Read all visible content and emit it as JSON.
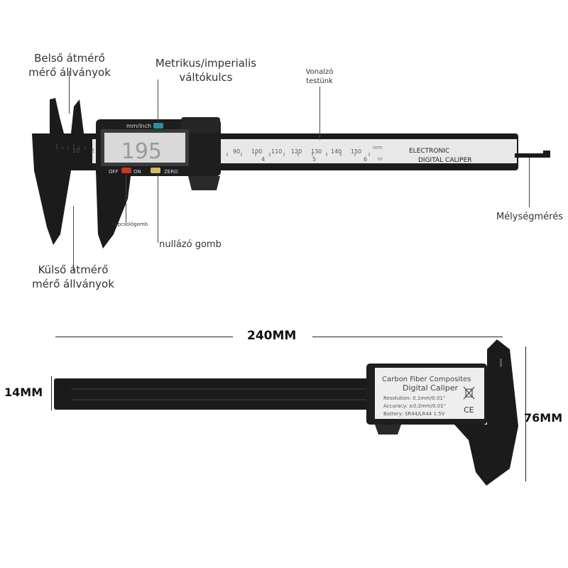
{
  "callouts": {
    "inner_jaws_line1": "Belső átmérő",
    "inner_jaws_line2": "mérő állványok",
    "unit_switch_line1": "Metrikus/imperialis",
    "unit_switch_line2": "váltókulcs",
    "ruler_body_line1": "Vonalzó",
    "ruler_body_line2": "testünk",
    "depth": "Mélységmérés",
    "power_button": "Kapcsológomb",
    "zero_button": "nullázó gomb",
    "outer_jaws_line1": "Külső átmérő",
    "outer_jaws_line2": "mérő állványok"
  },
  "caliper": {
    "unit_label": "mm/inch",
    "display_value": "195",
    "off_label": "OFF",
    "on_label": "ON",
    "zero_label": "ZERO",
    "brand_line1": "ELECTRONIC",
    "brand_line2": "DIGITAL CALIPER",
    "scale_mm": [
      "90",
      "100",
      "110",
      "120",
      "130",
      "140",
      "150"
    ],
    "scale_in": [
      "4",
      "5",
      "6"
    ],
    "scale_left": [
      "10",
      "2"
    ],
    "mm_unit": "mm",
    "in_unit": "in"
  },
  "dimensions": {
    "length": "240MM",
    "thickness": "14MM",
    "height": "76MM"
  },
  "back_label": {
    "line1": "Carbon Fiber Composites",
    "line2": "Digital Caliper",
    "line3": "Resolution: 0.1mm/0.01\"",
    "line4": "Accuracy: ±0.2mm/0.01\"",
    "line5": "Battery: SR44/LR44 1.5V",
    "ce": "CE"
  },
  "colors": {
    "body": "#1b1b1b",
    "ruler": "#e8e8e8",
    "lcd": "#d9d9d9",
    "off_button": "#c0392b",
    "zero_button": "#d8b96a",
    "unit_button": "#2a8fa0"
  }
}
